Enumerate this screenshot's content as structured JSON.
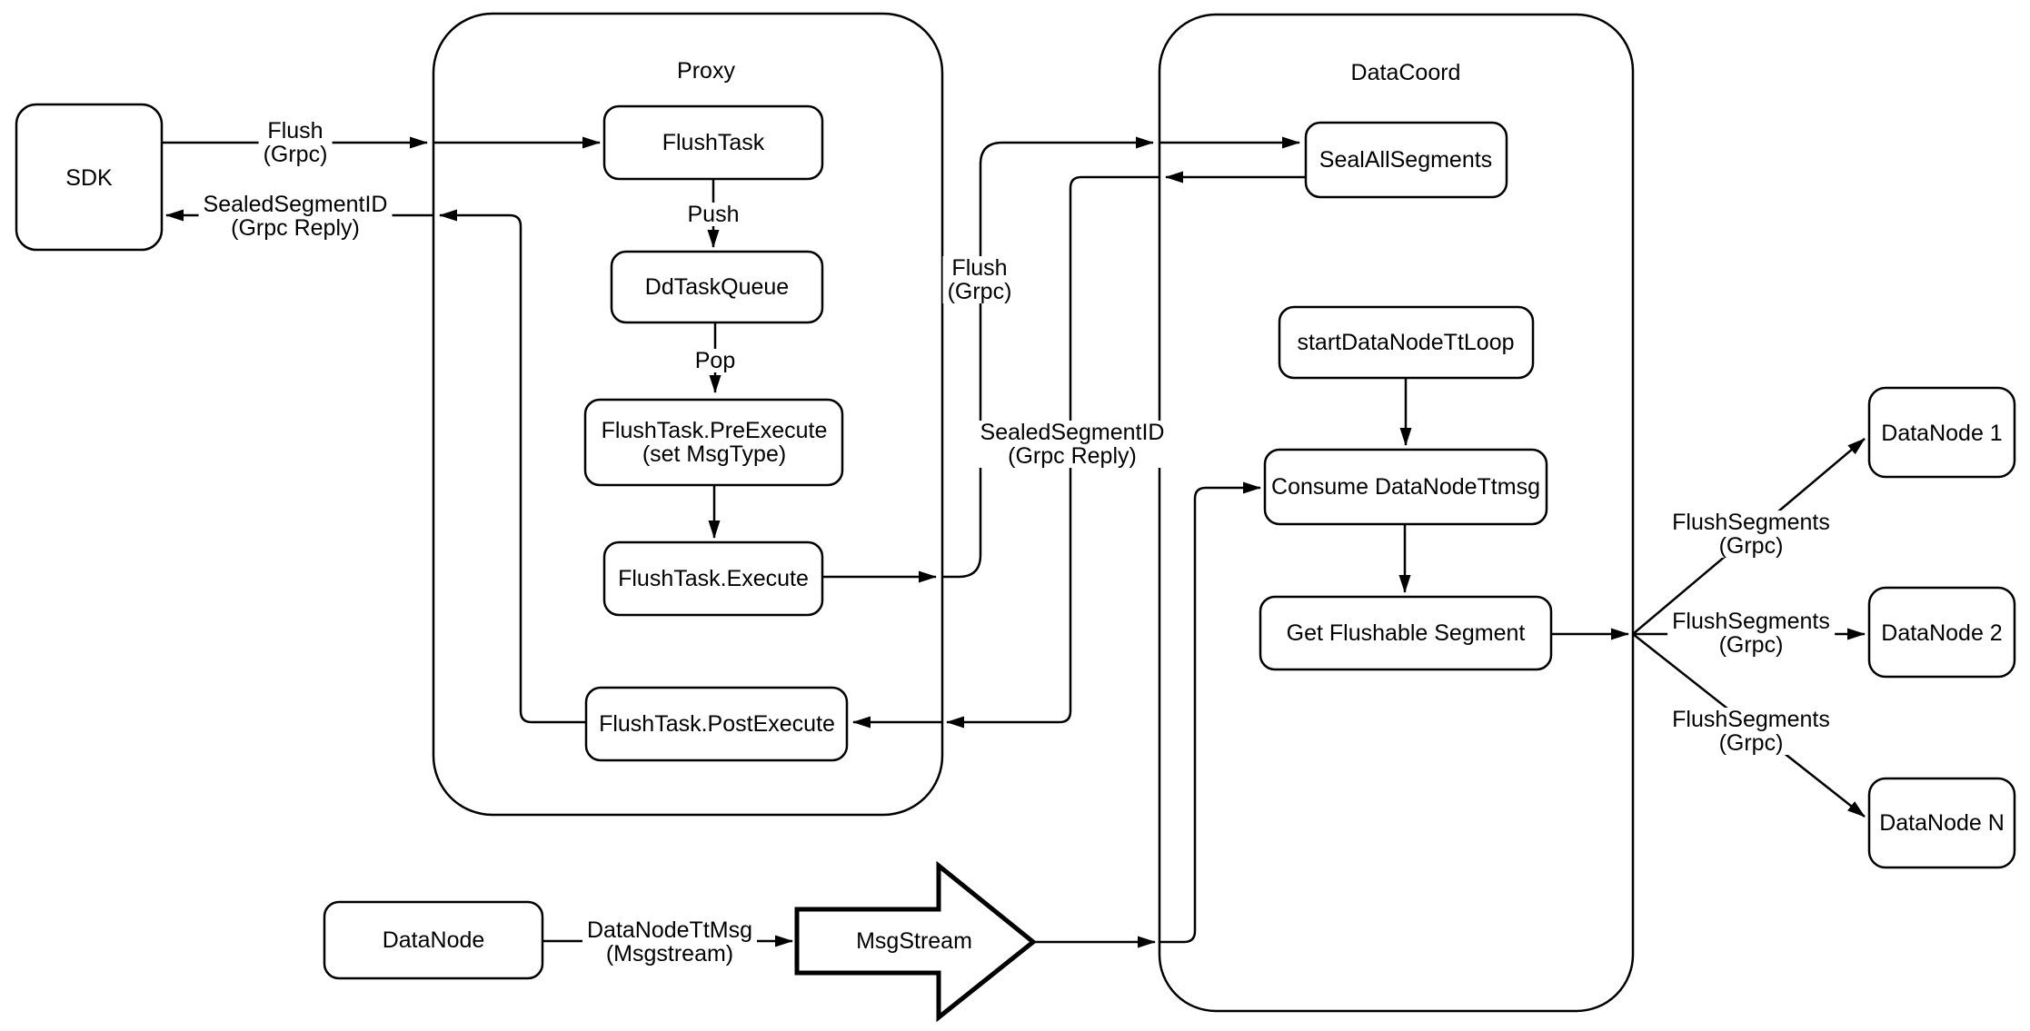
{
  "colors": {
    "stroke": "#000000",
    "node_fill": "#ffffff",
    "background": "#ffffff"
  },
  "nodes": {
    "sdk": "SDK",
    "proxy_title": "Proxy",
    "flush_task": "FlushTask",
    "dd_task_queue": "DdTaskQueue",
    "pre_execute_line1": "FlushTask.PreExecute",
    "pre_execute_line2": "(set MsgType)",
    "execute": "FlushTask.Execute",
    "post_execute": "FlushTask.PostExecute",
    "data_coord_title": "DataCoord",
    "seal_all_segments": "SealAllSegments",
    "start_data_node_tt_loop": "startDataNodeTtLoop",
    "consume_data_node_ttmsg": "Consume DataNodeTtmsg",
    "get_flushable_segment": "Get Flushable Segment",
    "data_node_1": "DataNode 1",
    "data_node_2": "DataNode 2",
    "data_node_n": "DataNode N",
    "data_node": "DataNode",
    "msg_stream": "MsgStream"
  },
  "edge_labels": {
    "sdk_flush_line1": "Flush",
    "sdk_flush_line2": "(Grpc)",
    "sdk_reply_line1": "SealedSegmentID",
    "sdk_reply_line2": "(Grpc Reply)",
    "push": "Push",
    "pop": "Pop",
    "coord_flush_line1": "Flush",
    "coord_flush_line2": "(Grpc)",
    "coord_reply_line1": "SealedSegmentID",
    "coord_reply_line2": "(Grpc Reply)",
    "flush_segments_1_line1": "FlushSegments",
    "flush_segments_1_line2": "(Grpc)",
    "flush_segments_2_line1": "FlushSegments",
    "flush_segments_2_line2": "(Grpc)",
    "flush_segments_3_line1": "FlushSegments",
    "flush_segments_3_line2": "(Grpc)",
    "datanode_ttmsg_line1": "DataNodeTtMsg",
    "datanode_ttmsg_line2": "(Msgstream)"
  }
}
